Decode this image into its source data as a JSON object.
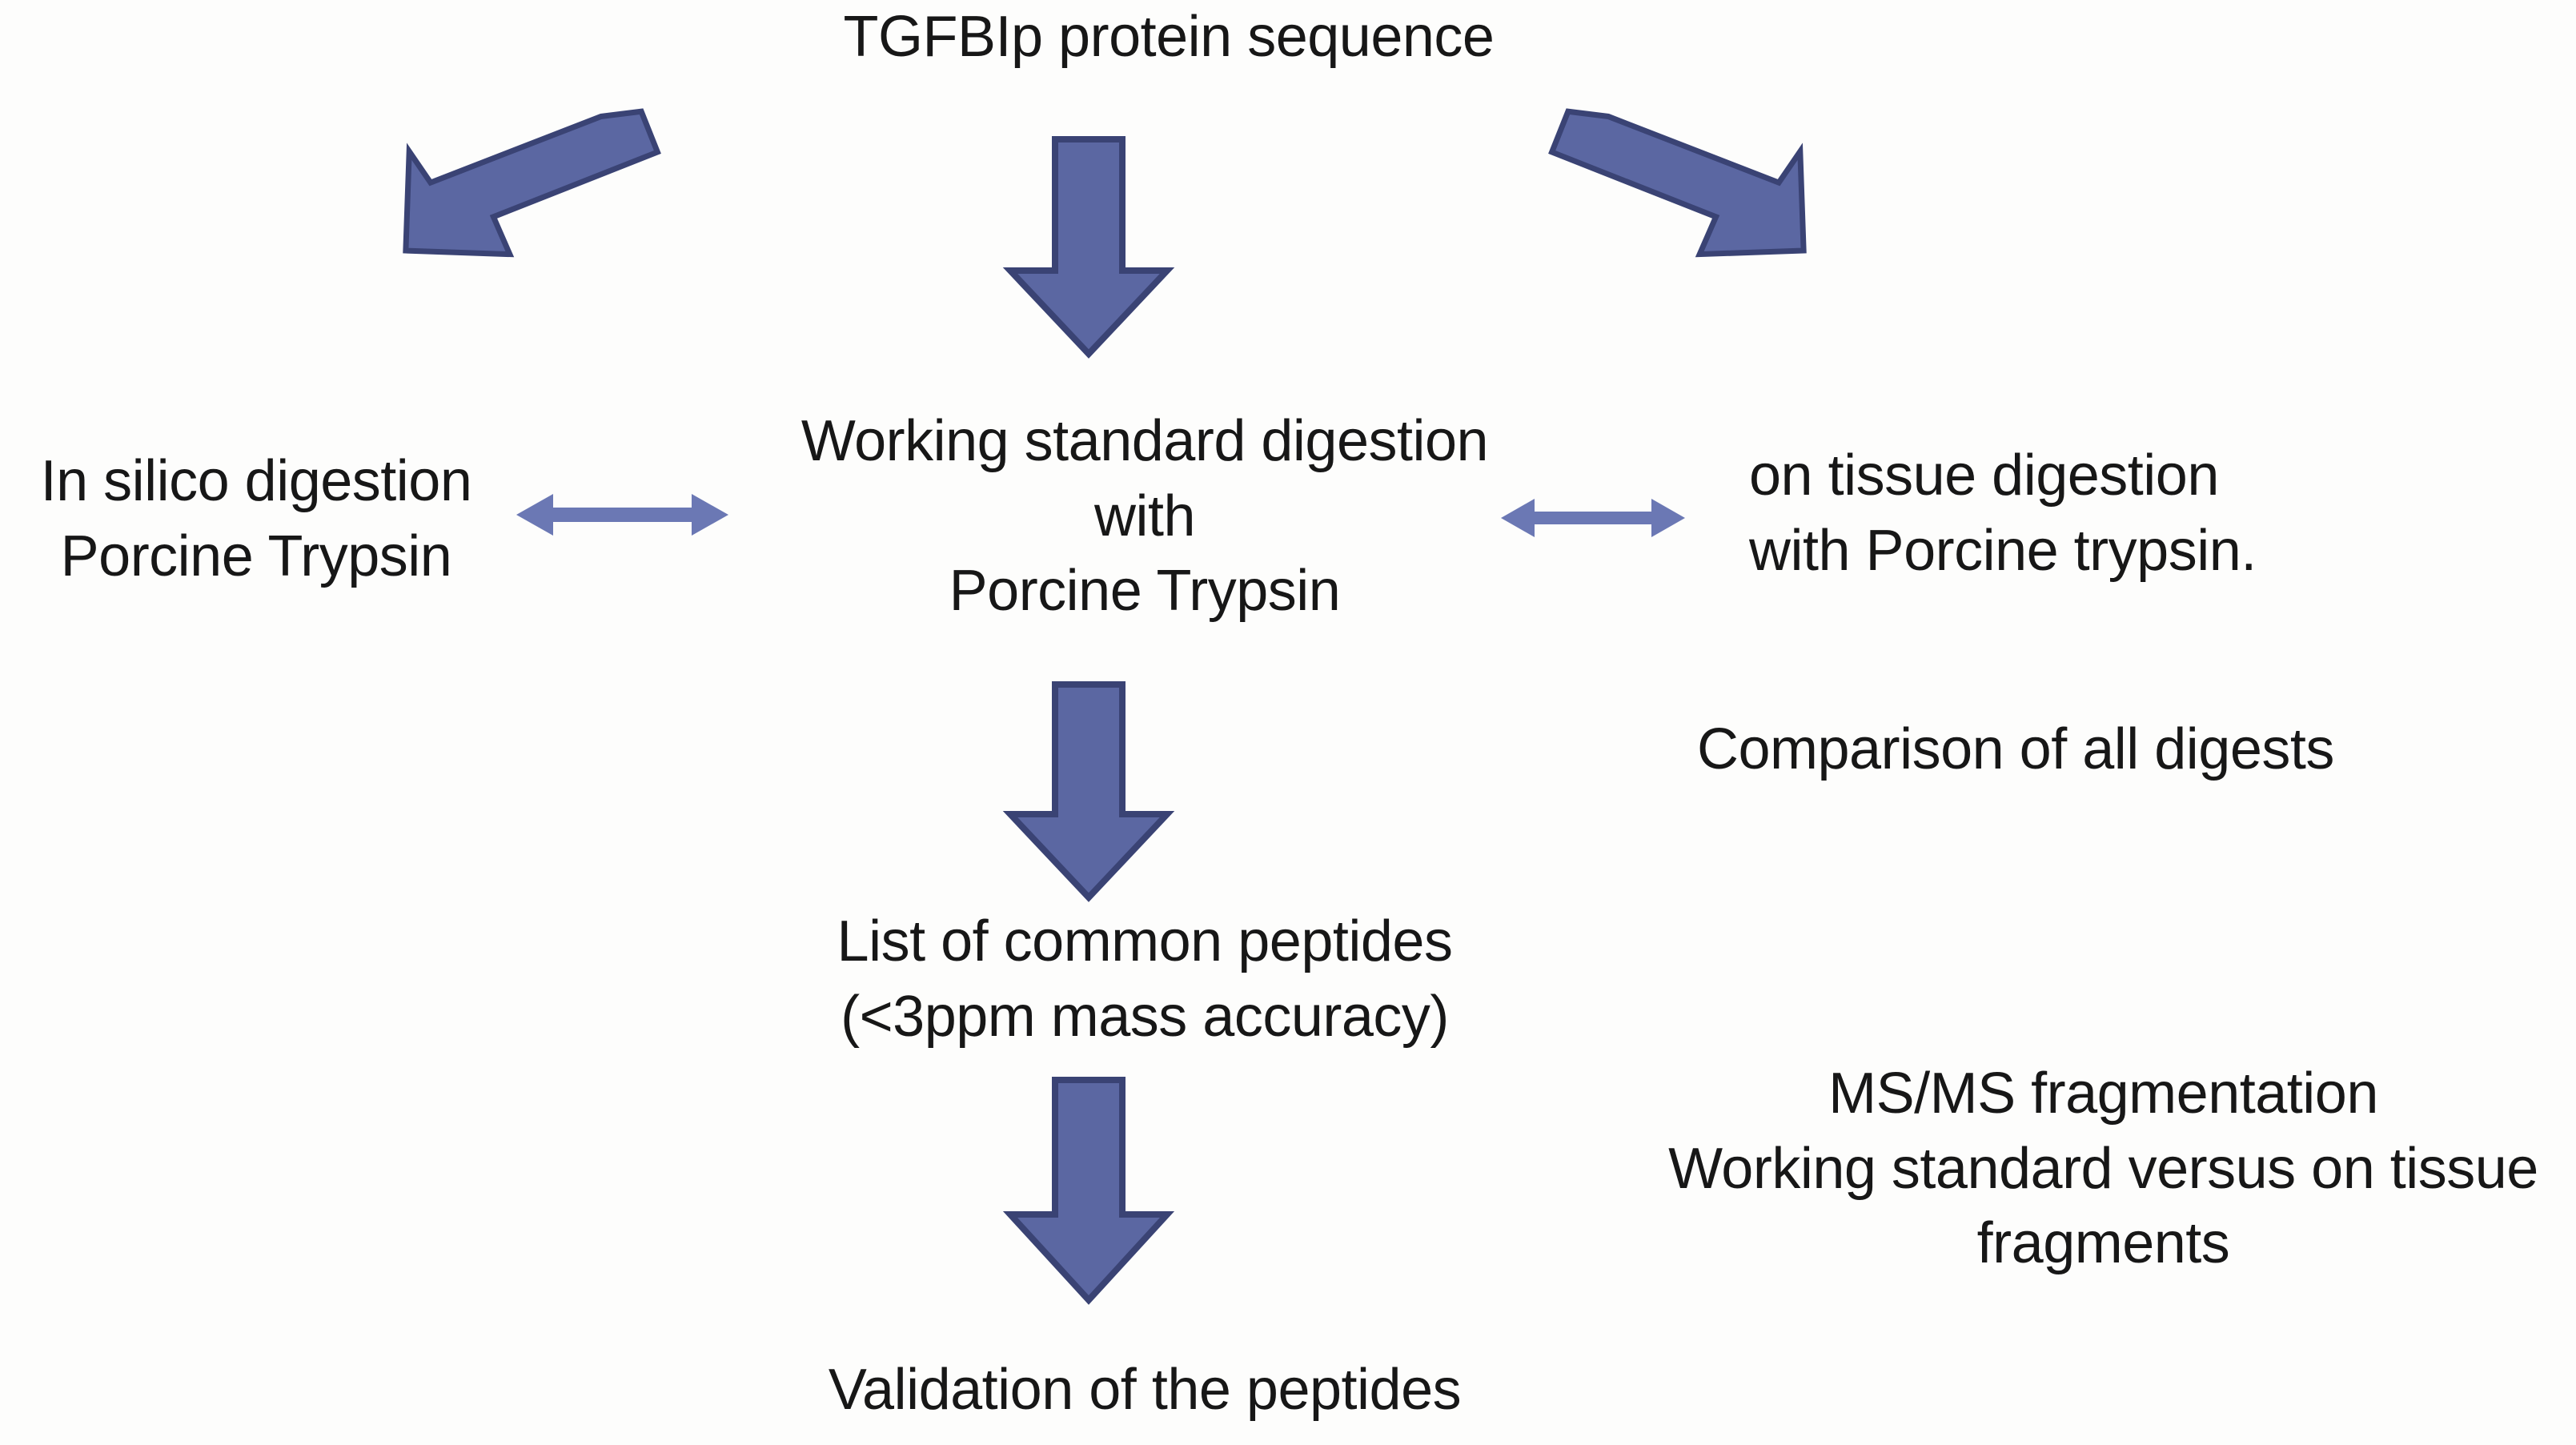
{
  "diagram": {
    "title": "TGFBIp protein sequence",
    "background_color": "#fdfdfc",
    "text_color": "#171717",
    "arrow_fill": "#5b67a2",
    "arrow_stroke": "#3a4374",
    "connector_color": "#6b78b4",
    "nodes": {
      "title": "TGFBIp protein sequence",
      "in_silico": "In silico digestion\nPorcine Trypsin",
      "working_standard": "Working standard digestion\nwith\nPorcine Trypsin",
      "on_tissue": "on tissue digestion\nwith Porcine trypsin.",
      "comparison": "Comparison of all digests",
      "common_peptides": "List of common peptides\n(<3ppm mass accuracy)",
      "ms_ms": "MS/MS fragmentation\nWorking standard versus on tissue\nfragments",
      "validation": "Validation of the peptides"
    },
    "arrows": {
      "title_to_in_silico": "block-arrow-down-left",
      "title_to_working_standard": "block-arrow-down",
      "title_to_on_tissue": "block-arrow-down-right",
      "in_silico_to_working_standard": "double-headed-arrow-horizontal",
      "working_standard_to_on_tissue": "double-headed-arrow-horizontal",
      "working_standard_to_peptides": "block-arrow-down",
      "peptides_to_validation": "block-arrow-down"
    }
  }
}
